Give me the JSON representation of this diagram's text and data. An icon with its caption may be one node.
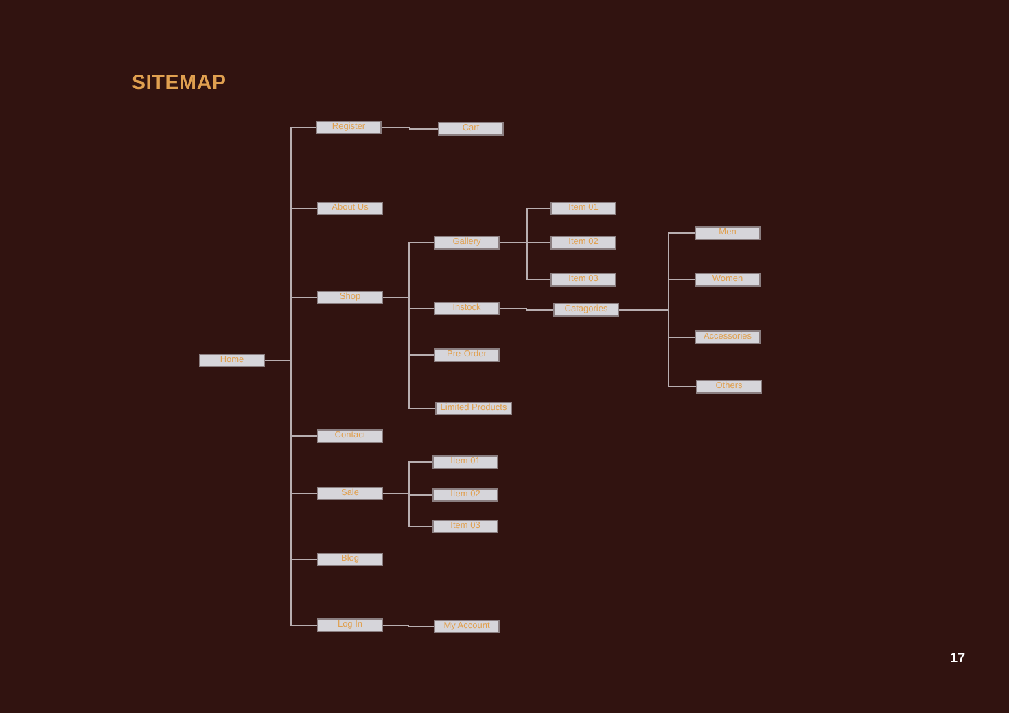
{
  "diagram": {
    "title": "SITEMAP",
    "nodes": [
      {
        "text": [
          "Home"
        ]
      },
      {
        "text": [
          "Register"
        ]
      },
      {
        "text": [
          "Cart"
        ]
      },
      {
        "text": [
          "About Us"
        ]
      },
      {
        "text": [
          "Shop"
        ]
      },
      {
        "text": [
          "Gallery"
        ]
      },
      {
        "text": [
          "Item 01"
        ]
      },
      {
        "text": [
          "Item 02"
        ]
      },
      {
        "text": [
          "Item 03"
        ]
      },
      {
        "text": [
          "Instock"
        ]
      },
      {
        "text": [
          "Catagories"
        ]
      },
      {
        "text": [
          "Men"
        ]
      },
      {
        "text": [
          "Women"
        ]
      },
      {
        "text": [
          "Accessories"
        ]
      },
      {
        "text": [
          "Others"
        ]
      },
      {
        "text": [
          "Pre-Order"
        ]
      },
      {
        "text": [
          "Limited Products"
        ]
      },
      {
        "text": [
          "Contact"
        ]
      },
      {
        "text": [
          "Sale"
        ]
      },
      {
        "text": [
          "Item 01"
        ]
      },
      {
        "text": [
          "Item 02"
        ]
      },
      {
        "text": [
          "Item 03"
        ]
      },
      {
        "text": [
          "Blog"
        ]
      },
      {
        "text": [
          "Log In"
        ]
      },
      {
        "text": [
          "My Account"
        ]
      }
    ],
    "edges": [
      {
        "from": 0,
        "to": 1,
        "arrow": "none"
      },
      {
        "from": 1,
        "to": 2,
        "arrow": "none"
      },
      {
        "from": 0,
        "to": 3,
        "arrow": "none"
      },
      {
        "from": 0,
        "to": 4,
        "arrow": "none"
      },
      {
        "from": 4,
        "to": 5,
        "arrow": "none"
      },
      {
        "from": 5,
        "to": 6,
        "arrow": "none"
      },
      {
        "from": 5,
        "to": 7,
        "arrow": "none"
      },
      {
        "from": 5,
        "to": 8,
        "arrow": "none"
      },
      {
        "from": 4,
        "to": 9,
        "arrow": "none"
      },
      {
        "from": 9,
        "to": 10,
        "arrow": "none"
      },
      {
        "from": 10,
        "to": 11,
        "arrow": "none"
      },
      {
        "from": 10,
        "to": 12,
        "arrow": "none"
      },
      {
        "from": 10,
        "to": 13,
        "arrow": "none"
      },
      {
        "from": 10,
        "to": 14,
        "arrow": "none"
      },
      {
        "from": 4,
        "to": 15,
        "arrow": "none"
      },
      {
        "from": 4,
        "to": 16,
        "arrow": "none"
      },
      {
        "from": 0,
        "to": 17,
        "arrow": "none"
      },
      {
        "from": 0,
        "to": 18,
        "arrow": "none"
      },
      {
        "from": 18,
        "to": 19,
        "arrow": "none"
      },
      {
        "from": 18,
        "to": 20,
        "arrow": "none"
      },
      {
        "from": 18,
        "to": 21,
        "arrow": "none"
      },
      {
        "from": 0,
        "to": 22,
        "arrow": "none"
      },
      {
        "from": 0,
        "to": 23,
        "arrow": "none"
      },
      {
        "from": 23,
        "to": 24,
        "arrow": "none"
      }
    ],
    "labels": [
      "17"
    ]
  }
}
